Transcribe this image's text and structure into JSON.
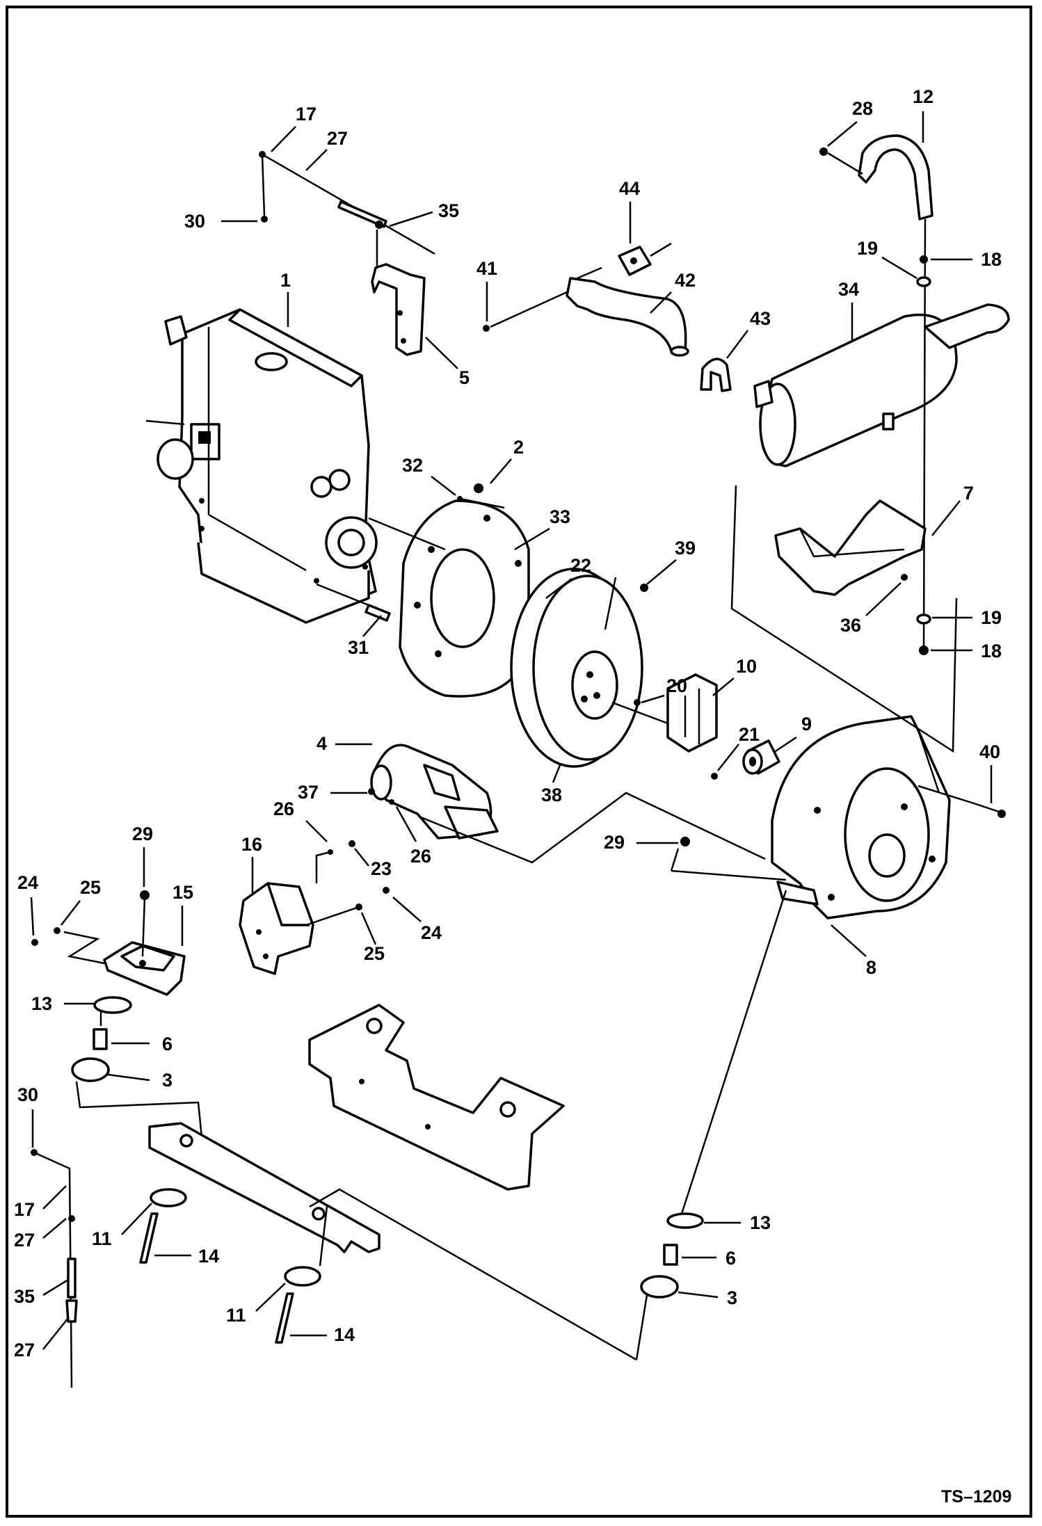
{
  "drawing_code": "TS–1209",
  "callouts": [
    "1",
    "2",
    "3",
    "4",
    "5",
    "6",
    "7",
    "8",
    "9",
    "10",
    "11",
    "12",
    "13",
    "14",
    "15",
    "16",
    "17",
    "18",
    "19",
    "20",
    "21",
    "22",
    "23",
    "24",
    "25",
    "26",
    "27",
    "28",
    "29",
    "30",
    "31",
    "32",
    "33",
    "34",
    "35",
    "36",
    "37",
    "38",
    "39",
    "40",
    "41",
    "42",
    "43",
    "44"
  ],
  "colors": {
    "ink": "#000000",
    "paper": "#ffffff"
  }
}
